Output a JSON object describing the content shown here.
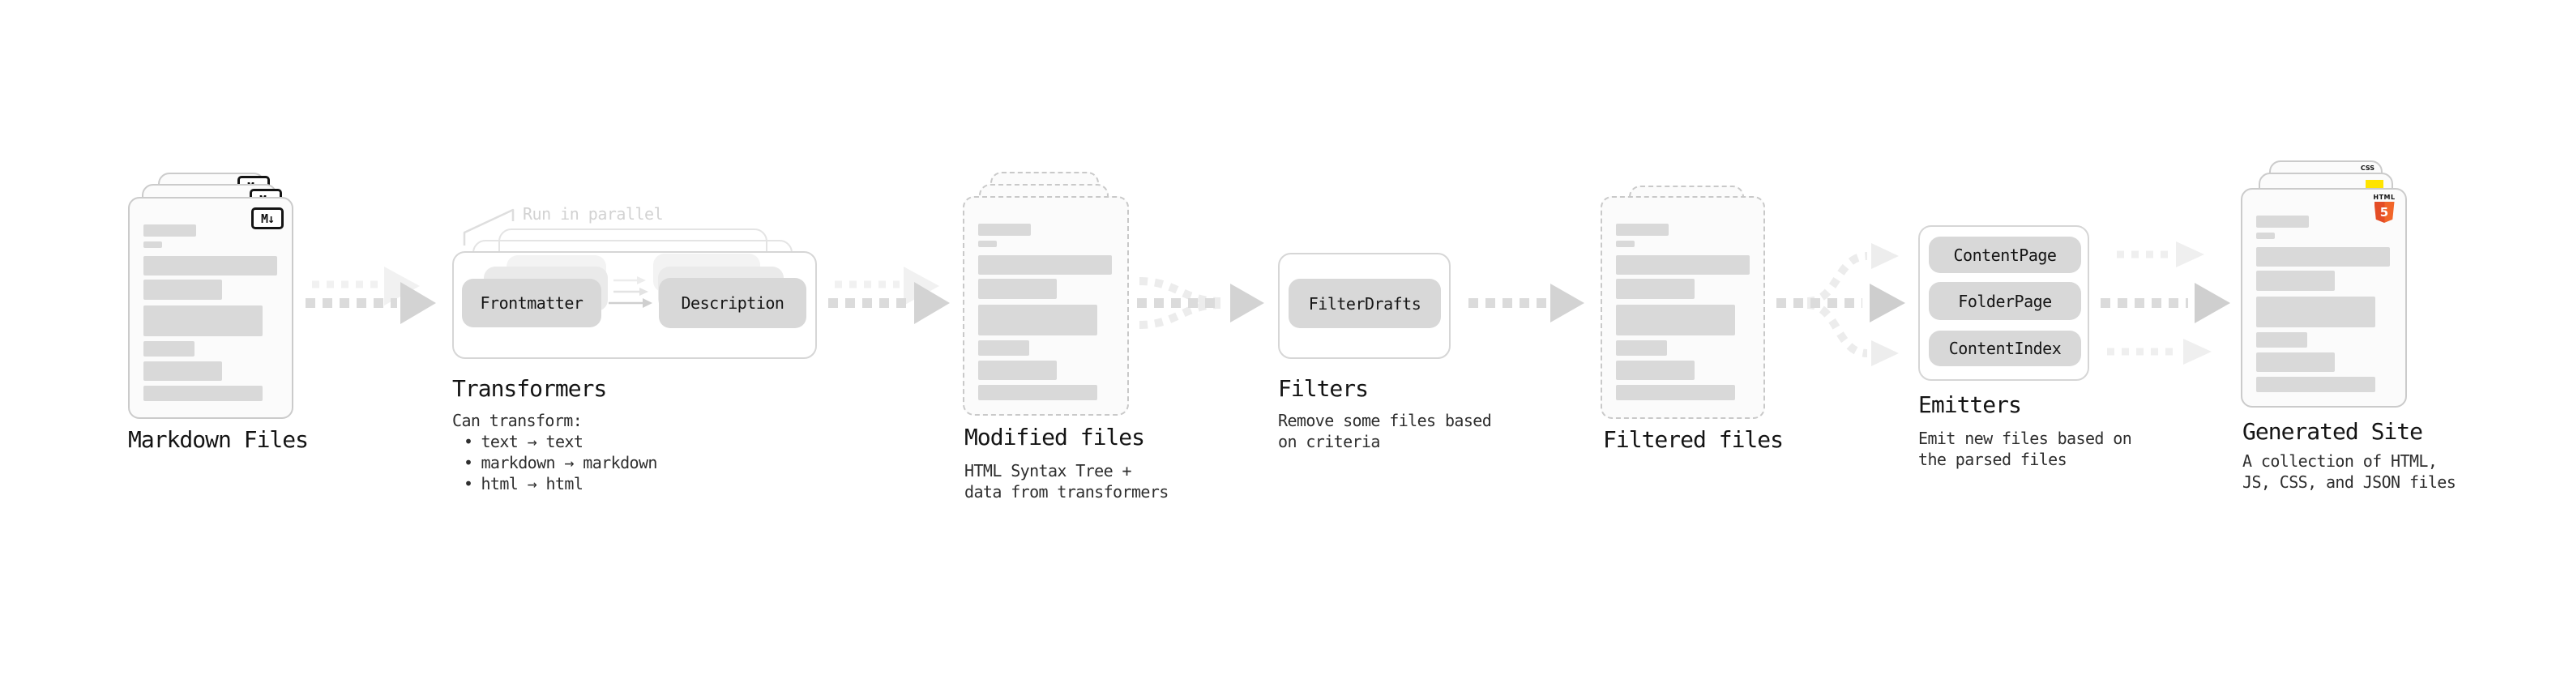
{
  "stages": {
    "markdown": {
      "label": "Markdown Files",
      "badge": "M↓"
    },
    "transformers": {
      "label": "Transformers",
      "callout": "Run in parallel",
      "pill_left": "Frontmatter",
      "pill_right": "Description",
      "desc_heading": "Can transform:",
      "bullet_glyph": "•",
      "bullets": [
        "text → text",
        "markdown → markdown",
        "html → html"
      ]
    },
    "modified": {
      "label": "Modified files",
      "desc_line1": "HTML Syntax Tree +",
      "desc_line2": "data from transformers"
    },
    "filters": {
      "label": "Filters",
      "pill": "FilterDrafts",
      "desc_line1": "Remove some files based",
      "desc_line2": "on criteria"
    },
    "filtered": {
      "label": "Filtered files"
    },
    "emitters": {
      "label": "Emitters",
      "pills": [
        "ContentPage",
        "FolderPage",
        "ContentIndex"
      ],
      "desc_line1": "Emit new files based on",
      "desc_line2": "the parsed files"
    },
    "site": {
      "label": "Generated Site",
      "badge_css": "CSS",
      "badge_html_word": "HTML",
      "badge_html_num": "5",
      "desc_line1": "A collection of HTML,",
      "desc_line2": "JS, CSS, and JSON files"
    }
  },
  "colors": {
    "canvas_bg": "#ffffff",
    "card_bg": "#fbfbfb",
    "card_border": "#cbcbcb",
    "bar_fill": "#d9d9d9",
    "pill_bg": "#d8d8d8",
    "panel_border": "#d6d6d6",
    "arrow_main": "#dbdbdb",
    "arrow_head": "#d3d3d3",
    "arrow_ghost": "#f1f1f1",
    "callout_text": "#d2d2d2",
    "text_title": "#141414",
    "text_body": "#2e2e2e",
    "js_badge_yellow": "#ffe400",
    "css_underline_blue": "#2e6de8",
    "html5_orange": "#e44d26"
  }
}
